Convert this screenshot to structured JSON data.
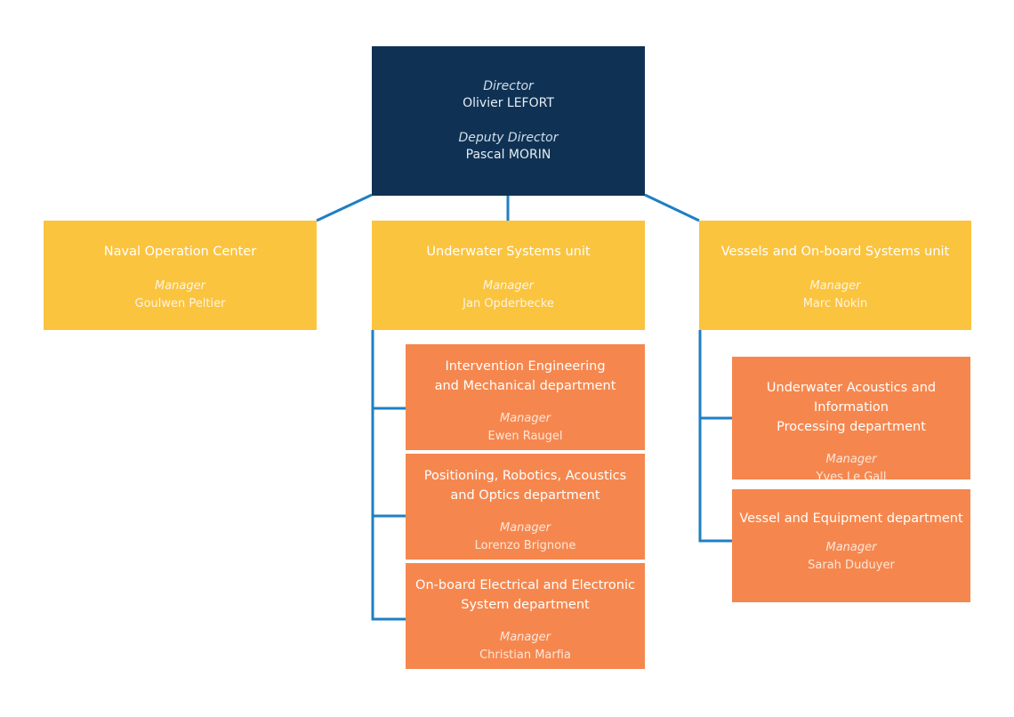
{
  "director": {
    "role": "Director",
    "name": "Olivier LEFORT",
    "deputy_role": "Deputy Director",
    "deputy_name": "Pascal MORIN"
  },
  "units": [
    {
      "title": "Naval Operation Center",
      "manager_label": "Manager",
      "manager": "Goulwen Peltier"
    },
    {
      "title": "Underwater Systems unit",
      "manager_label": "Manager",
      "manager": "Jan Opderbecke"
    },
    {
      "title": "Vessels and On-board Systems unit",
      "manager_label": "Manager",
      "manager": "Marc Nokin"
    }
  ],
  "underwater_departments": [
    {
      "title_line1": "Intervention Engineering",
      "title_line2": "and Mechanical department",
      "manager_label": "Manager",
      "manager": "Ewen Raugel"
    },
    {
      "title_line1": "Positioning, Robotics, Acoustics",
      "title_line2": "and Optics department",
      "manager_label": "Manager",
      "manager": "Lorenzo Brignone"
    },
    {
      "title_line1": "On-board Electrical and Electronic",
      "title_line2": "System department",
      "manager_label": "Manager",
      "manager": "Christian Marfia"
    }
  ],
  "vessel_departments": [
    {
      "title_line1": "Underwater Acoustics and Information",
      "title_line2": "Processing department",
      "manager_label": "Manager",
      "manager": "Yves Le Gall"
    },
    {
      "title_line1": "Vessel and Equipment department",
      "manager_label": "Manager",
      "manager": "Sarah Duduyer"
    }
  ],
  "colors": {
    "director": "#0f3254",
    "unit": "#fbc43f",
    "department": "#f5874e",
    "connector": "#1f7fc3"
  }
}
